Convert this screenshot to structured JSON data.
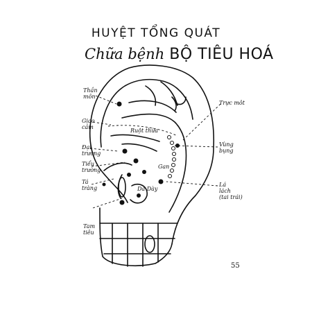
{
  "title": {
    "line1": "HUYỆT TỔNG QUÁT",
    "line2_script": "Chữa bệnh",
    "line2_caps": "BỘ TIÊU HOÁ"
  },
  "labels": {
    "than_mon_1": "Thần",
    "than_mon_2": "môn",
    "giao_cam_1": "Giao",
    "giao_cam_2": "cảm",
    "dai_truong_1": "Đại",
    "dai_truong_2": "trường",
    "tieu_truong_1": "Tiểu",
    "tieu_truong_2": "trường",
    "ta_truong_1": "Tá",
    "ta_truong_2": "tràng",
    "ruot_thua": "Ruột thừa",
    "gan": "Gan",
    "da_day": "Da Dày",
    "tam_tieu_1": "Tam",
    "tam_tieu_2": "tiêu",
    "truc_mot": "Trực môt",
    "vung_bung_1": "Vùng",
    "vung_bung_2": "bụng",
    "la_lach_1": "Lá",
    "la_lach_2": "lách",
    "la_lach_3": "(tai trái)"
  },
  "page_number": "55"
}
